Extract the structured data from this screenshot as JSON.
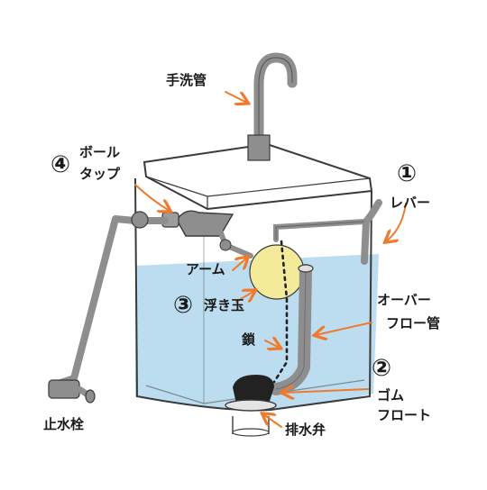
{
  "labels": {
    "faucet": "手洗管",
    "ball_tap_num": "④",
    "ball_tap_line1": "ボール",
    "ball_tap_line2": "タップ",
    "lever_num": "①",
    "lever": "レバー",
    "arm": "アーム",
    "float_num": "③",
    "float_ball": "浮き玉",
    "overflow_line1": "オーバー",
    "overflow_line2": "フロー管",
    "chain": "鎖",
    "rubber_float_num": "②",
    "rubber_float_line1": "ゴム",
    "rubber_float_line2": "フロート",
    "stop_valve": "止水栓",
    "drain_valve": "排水弁"
  },
  "colors": {
    "water": "#bcdcef",
    "tank_outline": "#3a3a3a",
    "pipe": "#8e8e8e",
    "float_ball": "#f3ea9a",
    "arrow": "#f07a2c",
    "rubber_float": "#222222"
  }
}
